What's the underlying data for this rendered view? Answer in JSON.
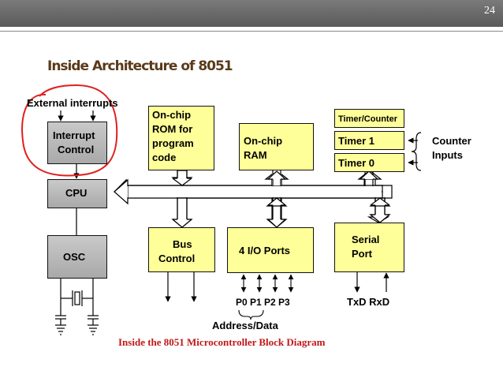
{
  "slide": {
    "number": "24",
    "title": "Inside Architecture of 8051",
    "caption": "Inside the 8051 Microcontroller Block Diagram"
  },
  "labels": {
    "external_interrupts": "External interrupts",
    "counter_inputs_1": "Counter",
    "counter_inputs_2": "Inputs",
    "ports": "P0 P1 P2 P3",
    "txd_rxd": "TxD  RxD",
    "address_data": "Address/Data"
  },
  "blocks": {
    "interrupt_control": [
      "Interrupt",
      "Control"
    ],
    "cpu": "CPU",
    "osc": "OSC",
    "rom": [
      "On-chip",
      "ROM for",
      "program",
      "code"
    ],
    "ram": [
      "On-chip",
      "RAM"
    ],
    "timer_counter": "Timer/Counter",
    "timer1": "Timer 1",
    "timer0": "Timer 0",
    "bus_control": [
      "Bus",
      "Control"
    ],
    "io_ports": "4 I/O Ports",
    "serial_port": [
      "Serial",
      "Port"
    ]
  },
  "colors": {
    "grey_block": "#b9b9b9",
    "yellow_block": "#ffff99",
    "annotation": "#e02020",
    "caption": "#c01818",
    "title": "#5a3a1a"
  }
}
